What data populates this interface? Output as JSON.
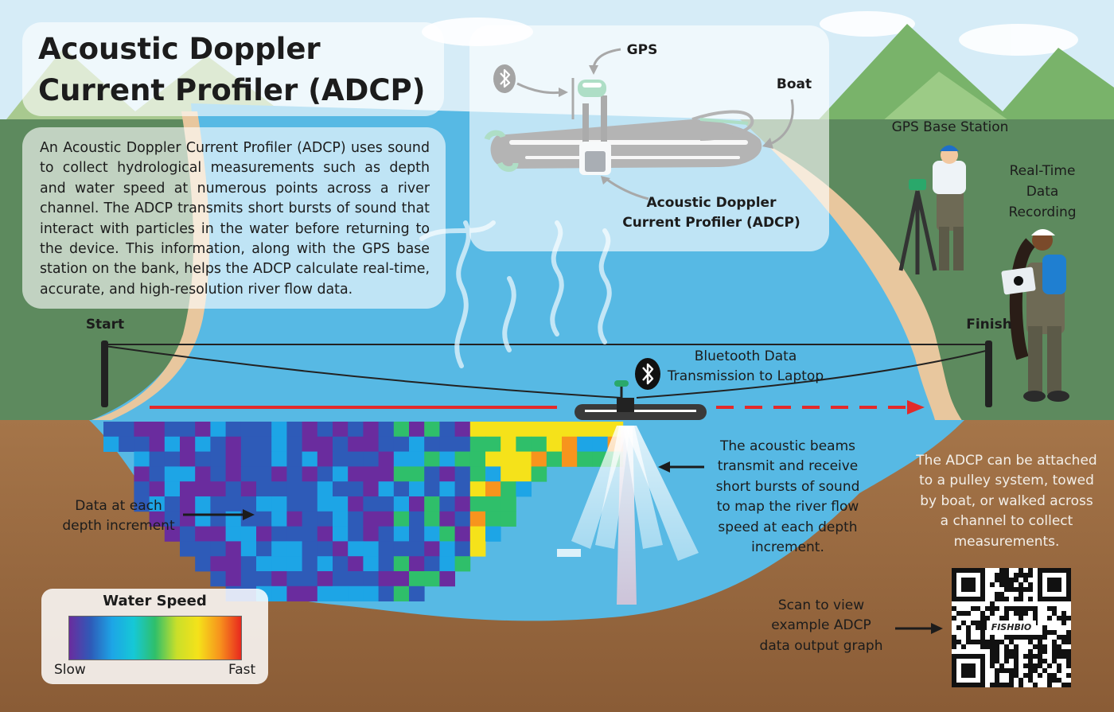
{
  "title": "Acoustic Doppler Current Profiler (ADCP)",
  "description": "An Acoustic Doppler Current Profiler (ADCP) uses sound to collect hydrological measurements such as depth and water speed at numerous points across a river channel. The ADCP transmits short bursts of sound that interact with particles in the water before returning to the device. This information, along with the GPS base station on the bank, helps the ADCP calculate real-time, accurate, and high-resolution river flow data.",
  "inset": {
    "gps": "GPS",
    "boat": "Boat",
    "adcp_line1": "Acoustic Doppler",
    "adcp_line2": "Current Profiler (ADCP)"
  },
  "labels": {
    "gps_base_station": "GPS Base Station",
    "realtime_line1": "Real-Time",
    "realtime_line2": "Data",
    "realtime_line3": "Recording",
    "start": "Start",
    "finish": "Finish",
    "bluetooth_line1": "Bluetooth Data",
    "bluetooth_line2": "Transmission to Laptop",
    "beams_line1": "The acoustic beams",
    "beams_line2": "transmit and receive",
    "beams_line3": "short bursts of sound",
    "beams_line4": "to map the river flow",
    "beams_line5": "speed at each depth",
    "beams_line6": "increment.",
    "depth_line1": "Data at each",
    "depth_line2": "depth increment",
    "attach_line1": "The ADCP can be attached",
    "attach_line2": "to a pulley system, towed",
    "attach_line3": "by boat, or walked across",
    "attach_line4": "a channel to collect",
    "attach_line5": "measurements.",
    "scan_line1": "Scan to view",
    "scan_line2": "example ADCP",
    "scan_line3": "data output graph",
    "qr_logo": "FISHBIO"
  },
  "legend": {
    "title": "Water Speed",
    "slow": "Slow",
    "fast": "Fast"
  },
  "colors": {
    "sky": "#d6ecf7",
    "water": "#57b9e4",
    "ground": "#9a6b43",
    "bank_green": "#5d8a5e",
    "sand": "#e8c79e",
    "flow_arrow": "#e32a2a",
    "accent_green": "#2aa86b",
    "speed_scale": [
      "#6a2c9e",
      "#2e5bb8",
      "#1da5e6",
      "#2fbf6a",
      "#f5e21a",
      "#f7941d",
      "#e8281e"
    ]
  }
}
